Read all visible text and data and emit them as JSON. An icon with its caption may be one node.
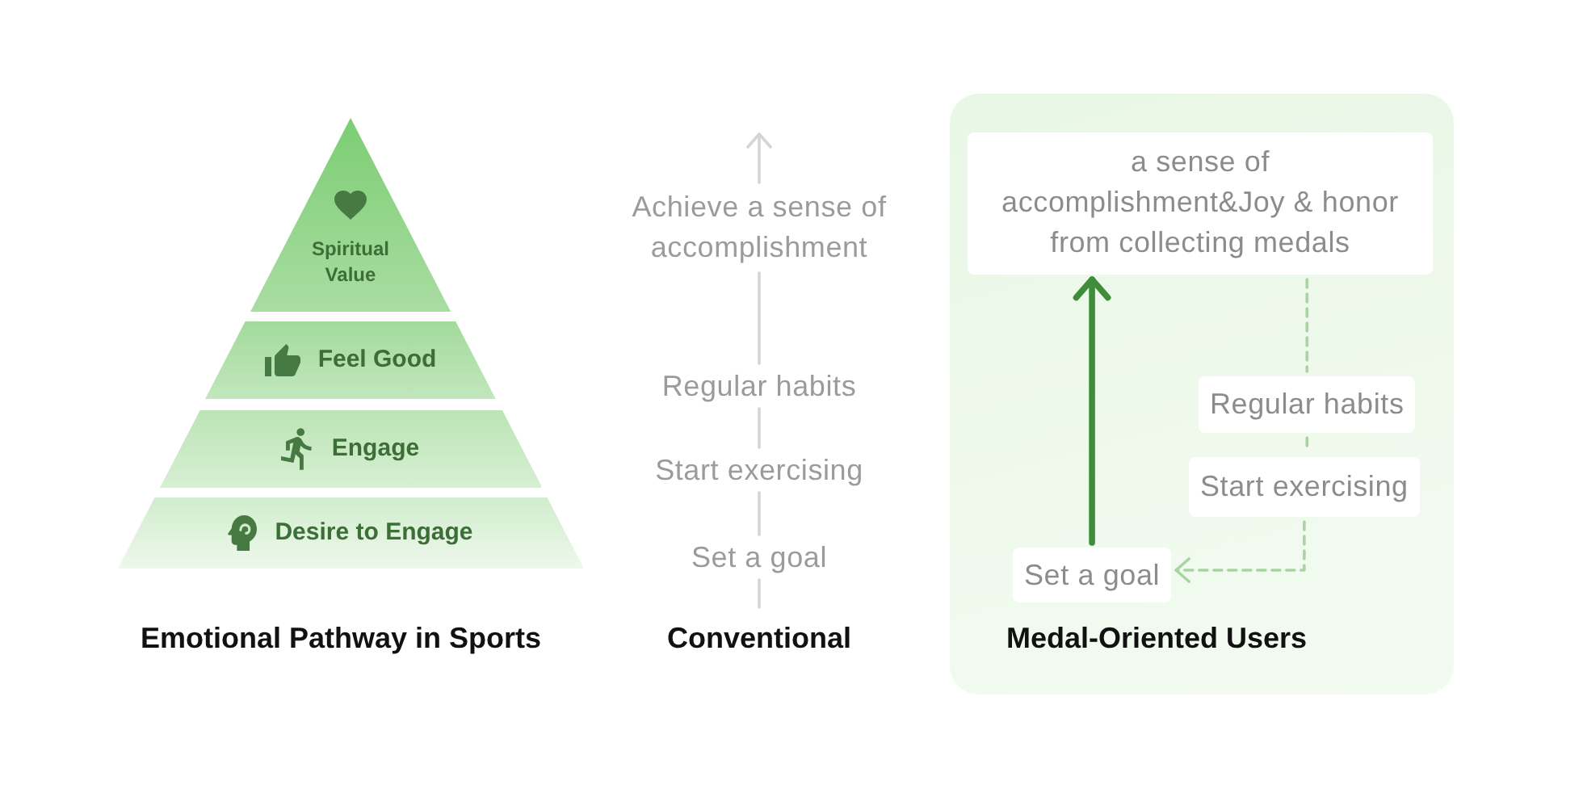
{
  "diagram": {
    "nodes": [
      {
        "text": [
          "Spiritual Value"
        ]
      },
      {
        "text": [
          "Feel Good"
        ]
      },
      {
        "text": [
          "Engage"
        ]
      },
      {
        "text": [
          "Desire to Engage"
        ]
      },
      {
        "text": [
          "Achieve a sense of accomplishment"
        ]
      },
      {
        "text": [
          "Regular habits"
        ]
      },
      {
        "text": [
          "Start exercising"
        ]
      },
      {
        "text": [
          "Set a goal"
        ]
      },
      {
        "text": [
          "Medal-Oriented Users"
        ]
      },
      {
        "text": [
          "a sense of accomplishment&Joy & honor from collecting medals"
        ],
        "in": 8
      },
      {
        "text": [
          "Regular habits"
        ],
        "in": 8
      },
      {
        "text": [
          "Start exercising"
        ],
        "in": 8
      },
      {
        "text": [
          "Set a goal"
        ],
        "in": 8
      }
    ],
    "edges": [
      {
        "from": 7,
        "to": 6,
        "arrow": "none"
      },
      {
        "from": 6,
        "to": 5,
        "arrow": "none"
      },
      {
        "from": 5,
        "to": 4,
        "arrow": "none"
      },
      {
        "from": 4,
        "to": null,
        "arrow": "to"
      },
      {
        "from": null,
        "to": 7,
        "arrow": "none"
      },
      {
        "from": 12,
        "to": 9,
        "arrow": "to",
        "style": "thick",
        "color": "#3f8c3a"
      },
      {
        "from": 9,
        "to": 10,
        "arrow": "none",
        "style": "dashed",
        "color": "#a9d4a2"
      },
      {
        "from": 10,
        "to": 11,
        "arrow": "none",
        "style": "dashed",
        "color": "#a9d4a2"
      },
      {
        "from": 11,
        "to": 12,
        "arrow": "to",
        "style": "dashed",
        "color": "#a9d4a2"
      }
    ],
    "labels": [
      "Emotional Pathway in Sports",
      "Conventional"
    ]
  }
}
